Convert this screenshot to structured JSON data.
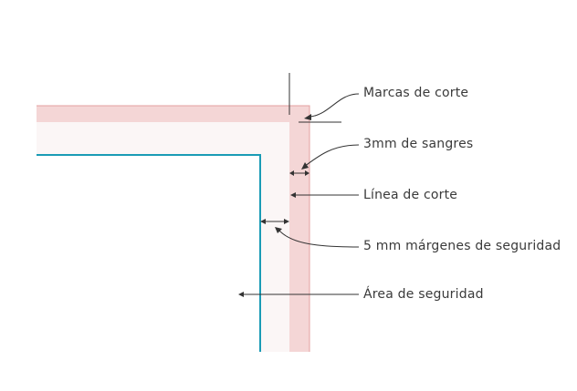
{
  "labels": {
    "crop_marks": "Marcas de corte",
    "bleed": "3mm de sangres",
    "trim_line": "Línea de corte",
    "safety_margins": "5 mm márgenes de seguridad",
    "safe_area": "Área de seguridad"
  },
  "colors": {
    "bleed_fill": "#f4d6d6",
    "bleed_border": "#e3a0a0",
    "trim_area_fill": "#fbf6f6",
    "safe_area_fill": "#ffffff",
    "safe_line": "#1a9bb5",
    "annotation_lines": "#333333"
  }
}
